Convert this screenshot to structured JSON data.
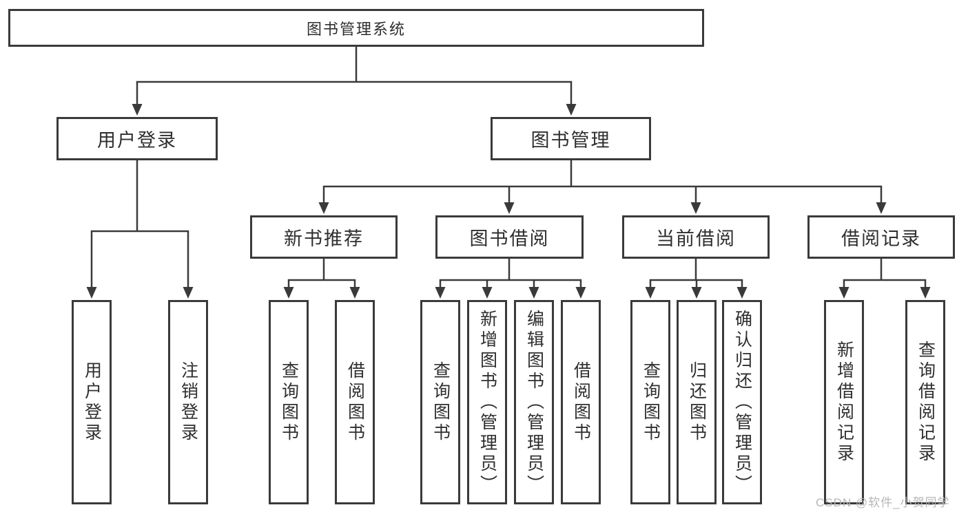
{
  "title": {
    "label": "图书管理系统"
  },
  "branches": {
    "user": {
      "label": "用户登录",
      "children": [
        {
          "label": "用户登录"
        },
        {
          "label": "注销登录"
        }
      ]
    },
    "book": {
      "label": "图书管理",
      "groups": [
        {
          "label": "新书推荐",
          "children": [
            {
              "label": "查询图书"
            },
            {
              "label": "借阅图书"
            }
          ]
        },
        {
          "label": "图书借阅",
          "children": [
            {
              "label": "查询图书"
            },
            {
              "label": "新增图书（管理员）"
            },
            {
              "label": "编辑图书（管理员）"
            },
            {
              "label": "借阅图书"
            }
          ]
        },
        {
          "label": "当前借阅",
          "children": [
            {
              "label": "查询图书"
            },
            {
              "label": "归还图书"
            },
            {
              "label": "确认归还（管理员）"
            }
          ]
        },
        {
          "label": "借阅记录",
          "children": [
            {
              "label": "新增借阅记录"
            },
            {
              "label": "查询借阅记录"
            }
          ]
        }
      ]
    }
  },
  "watermark": {
    "text": "CSDN @软件_小贺同学"
  },
  "colors": {
    "line": "#3a3a3a",
    "box_border": "#3a3a3a",
    "text": "#2e2e2e",
    "watermark": "#b3b3b3",
    "background": "#ffffff"
  }
}
